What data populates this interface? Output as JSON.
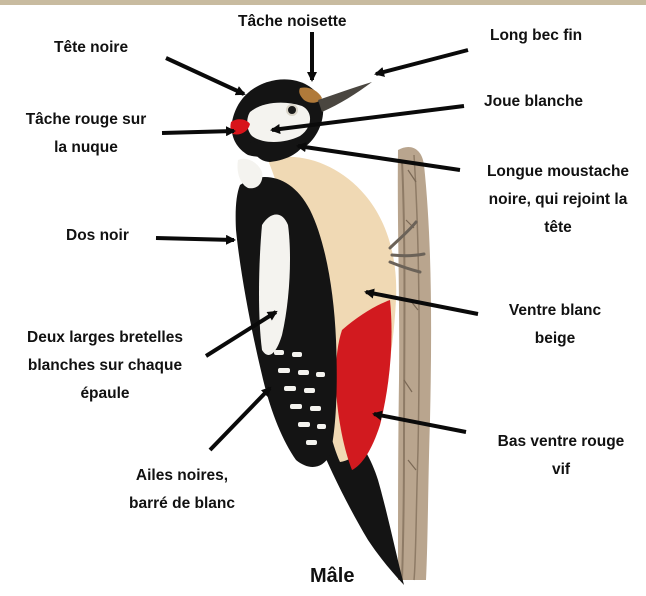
{
  "colors": {
    "arrow": "#0a0a0a",
    "black_plumage": "#121212",
    "white_plumage": "#f4f3ef",
    "belly_beige": "#f0d9b4",
    "red_vent": "#d21a1f",
    "nape_red": "#d8141a",
    "bark": "#b9a58e",
    "beak": "#4a4640"
  },
  "icon": "great-spotted-woodpecker-male",
  "labels": {
    "tache_noisette": "Tâche noisette",
    "tete_noire": "Tête noire",
    "long_bec_fin": "Long bec fin",
    "joue_blanche": "Joue blanche",
    "tache_rouge": "Tâche rouge sur\nla nuque",
    "longue_moustache": "Longue moustache\nnoire, qui rejoint la\ntête",
    "dos_noir": "Dos noir",
    "ventre_blanc": "Ventre blanc\nbeige",
    "deux_bretelles": "Deux larges bretelles\nblanches sur chaque\népaule",
    "bas_ventre": "Bas ventre rouge\nvif",
    "ailes_noires": "Ailes noires,\nbarré de blanc"
  },
  "caption": "Mâle"
}
